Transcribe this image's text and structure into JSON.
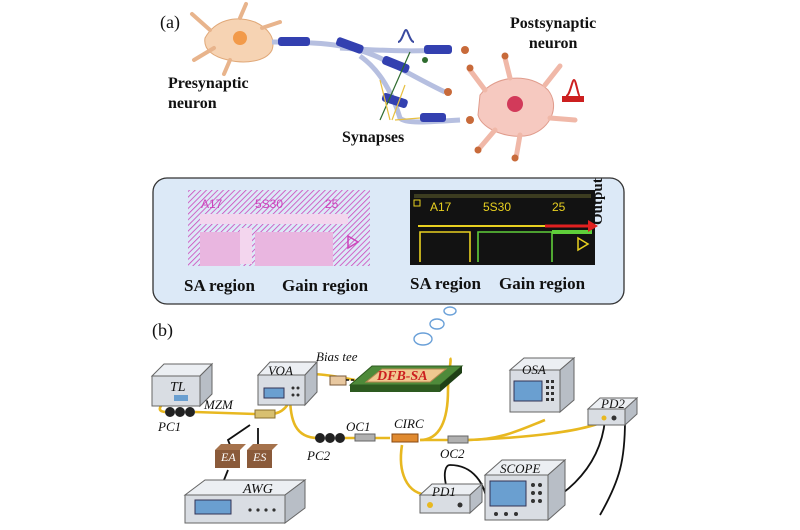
{
  "panel_a": {
    "label": "(a)",
    "presynaptic": [
      "Presynaptic",
      "neuron"
    ],
    "postsynaptic": [
      "Postsynaptic",
      "neuron"
    ],
    "synapses": "Synapses"
  },
  "chip_inset": {
    "left_chip": {
      "code_a": "A17",
      "code_b": "5S30",
      "code_c": "25"
    },
    "right_chip": {
      "code_a": "A17",
      "code_b": "5S30",
      "code_c": "25"
    },
    "output_label": "Output",
    "sa_region_left": "SA region",
    "gain_region_left": "Gain region",
    "sa_region_right": "SA region",
    "gain_region_right": "Gain region"
  },
  "panel_b": {
    "label": "(b)",
    "devices": {
      "tl": "TL",
      "voa": "VOA",
      "bias_tee": "Bias tee",
      "dfb_sa": "DFB-SA",
      "osa": "OSA",
      "pd2": "PD2",
      "mzm": "MZM",
      "pc1": "PC1",
      "ea": "EA",
      "es": "ES",
      "oc1": "OC1",
      "circ": "CIRC",
      "pc2": "PC2",
      "oc2": "OC2",
      "pd1": "PD1",
      "scope": "SCOPE",
      "awg": "AWG"
    }
  },
  "colors": {
    "fiber": "#e8b820",
    "electrical": "#111111",
    "chip_left_pink": "#cc44bb",
    "chip_right_bg": "#111111",
    "chip_right_yellow": "#e8d020",
    "chip_right_green": "#5fce3a",
    "output_arrow": "#e02020",
    "inset_bg": "#dce9f7",
    "dfb_red": "#cc1f1f",
    "device_gray": "#d9dde3",
    "device_brown": "#8a5a3a"
  }
}
